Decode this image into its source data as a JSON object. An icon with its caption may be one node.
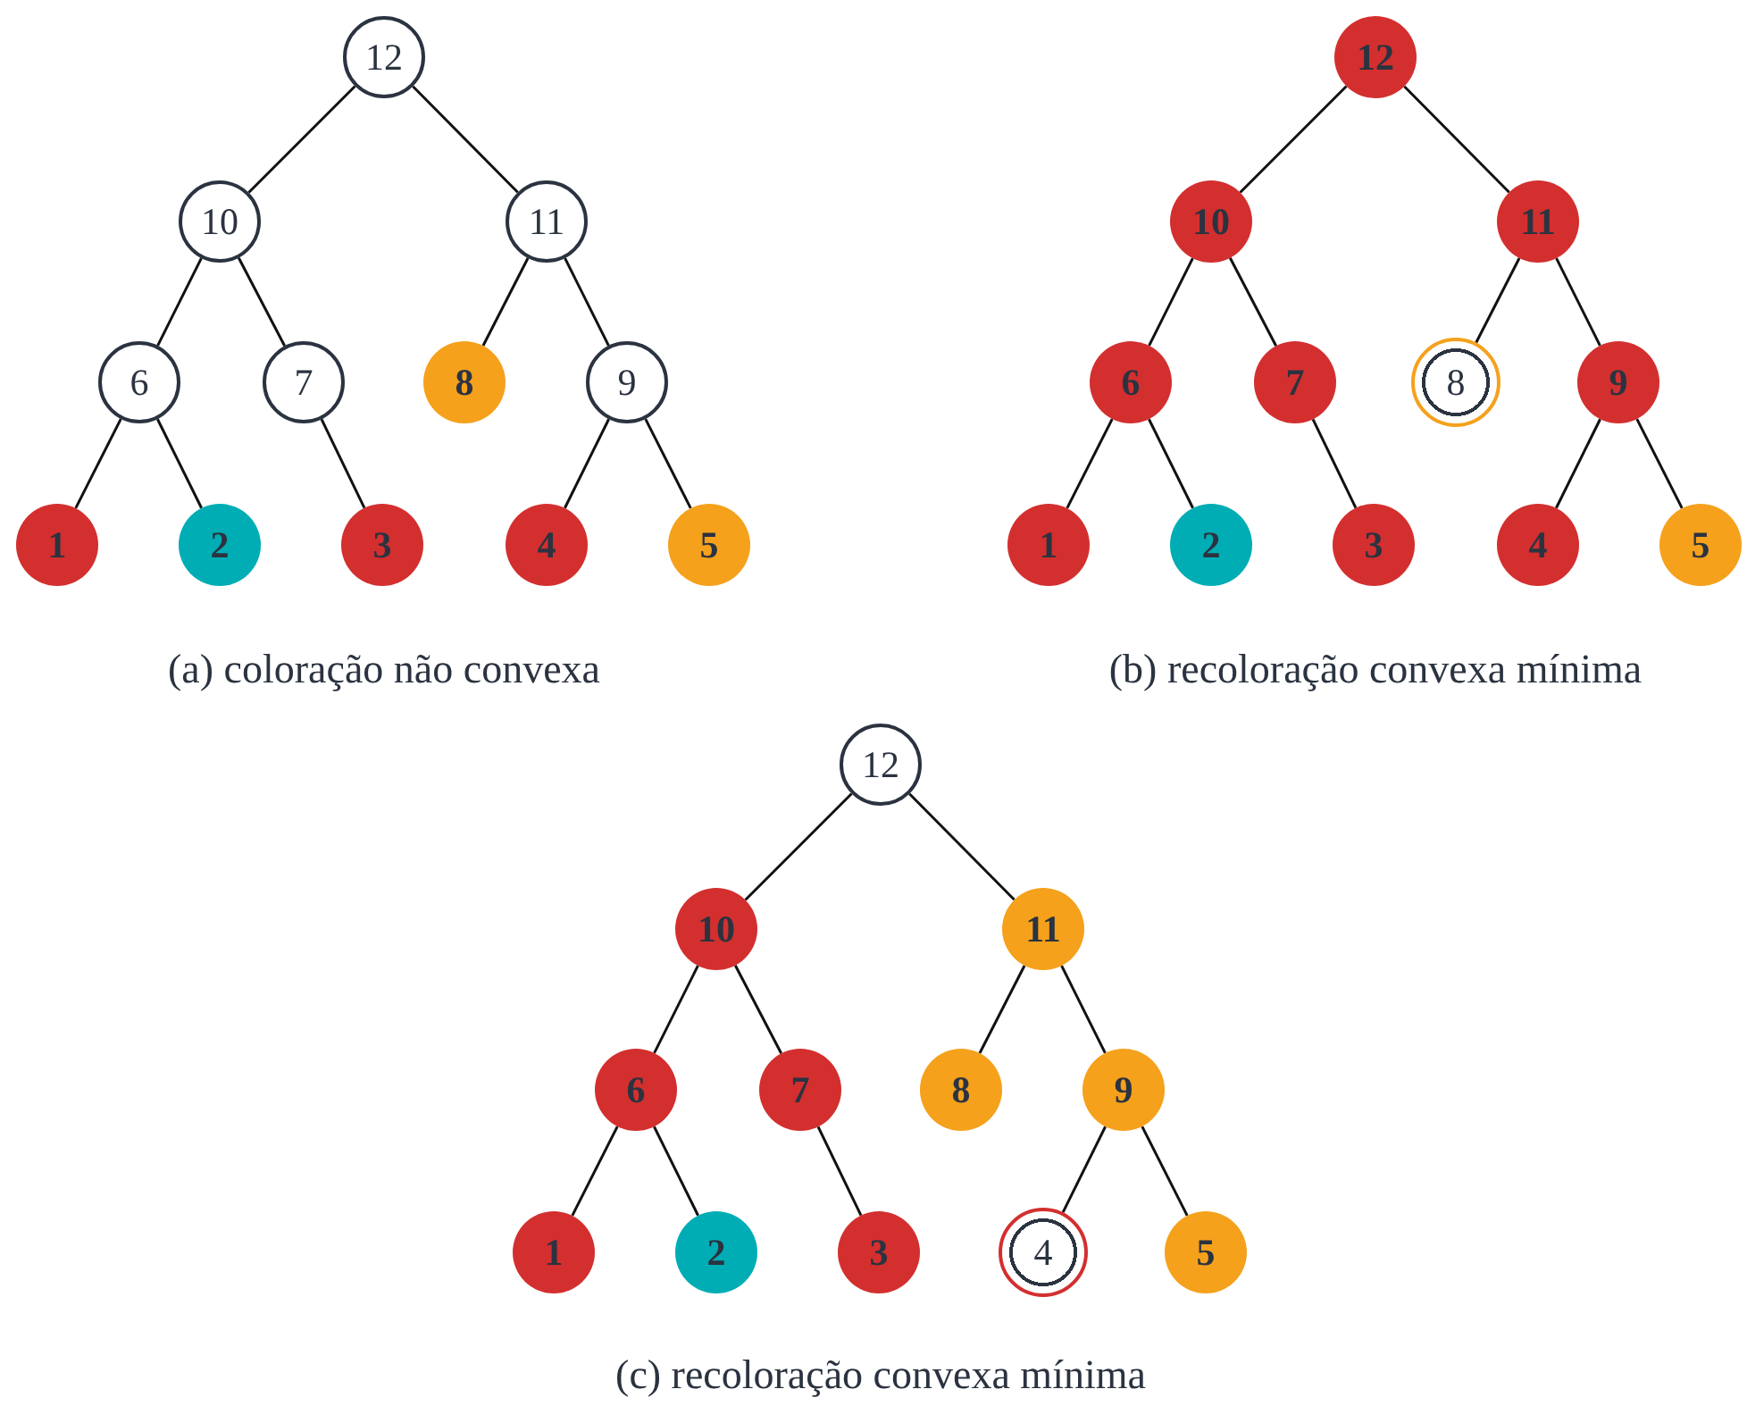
{
  "diagram": {
    "nodes": [
      {
        "text": [
          "12"
        ]
      },
      {
        "text": [
          "10"
        ]
      },
      {
        "text": [
          "11"
        ]
      },
      {
        "text": [
          "6"
        ]
      },
      {
        "text": [
          "7"
        ]
      },
      {
        "text": [
          "8"
        ]
      },
      {
        "text": [
          "9"
        ]
      },
      {
        "text": [
          "1"
        ]
      },
      {
        "text": [
          "2"
        ]
      },
      {
        "text": [
          "3"
        ]
      },
      {
        "text": [
          "4"
        ]
      },
      {
        "text": [
          "5"
        ]
      },
      {
        "text": [
          "12"
        ]
      },
      {
        "text": [
          "10"
        ]
      },
      {
        "text": [
          "11"
        ]
      },
      {
        "text": [
          "6"
        ]
      },
      {
        "text": [
          "7"
        ]
      },
      {
        "text": [
          "8"
        ]
      },
      {
        "text": [
          "9"
        ]
      },
      {
        "text": [
          "1"
        ]
      },
      {
        "text": [
          "2"
        ]
      },
      {
        "text": [
          "3"
        ]
      },
      {
        "text": [
          "4"
        ]
      },
      {
        "text": [
          "5"
        ]
      },
      {
        "text": [
          "12"
        ]
      },
      {
        "text": [
          "10"
        ]
      },
      {
        "text": [
          "11"
        ]
      },
      {
        "text": [
          "6"
        ]
      },
      {
        "text": [
          "7"
        ]
      },
      {
        "text": [
          "8"
        ]
      },
      {
        "text": [
          "9"
        ]
      },
      {
        "text": [
          "1"
        ]
      },
      {
        "text": [
          "2"
        ]
      },
      {
        "text": [
          "3"
        ]
      },
      {
        "text": [
          "4"
        ]
      },
      {
        "text": [
          "5"
        ]
      }
    ],
    "edges": [
      {
        "from": 0,
        "to": 1,
        "arrow": "none"
      },
      {
        "from": 0,
        "to": 2,
        "arrow": "none"
      },
      {
        "from": 1,
        "to": 3,
        "arrow": "none"
      },
      {
        "from": 1,
        "to": 4,
        "arrow": "none"
      },
      {
        "from": 2,
        "to": 5,
        "arrow": "none"
      },
      {
        "from": 2,
        "to": 6,
        "arrow": "none"
      },
      {
        "from": 3,
        "to": 7,
        "arrow": "none"
      },
      {
        "from": 3,
        "to": 8,
        "arrow": "none"
      },
      {
        "from": 4,
        "to": 9,
        "arrow": "none"
      },
      {
        "from": 6,
        "to": 10,
        "arrow": "none"
      },
      {
        "from": 6,
        "to": 11,
        "arrow": "none"
      },
      {
        "from": 12,
        "to": 13,
        "arrow": "none"
      },
      {
        "from": 12,
        "to": 14,
        "arrow": "none"
      },
      {
        "from": 13,
        "to": 15,
        "arrow": "none"
      },
      {
        "from": 13,
        "to": 16,
        "arrow": "none"
      },
      {
        "from": 14,
        "to": 17,
        "arrow": "none"
      },
      {
        "from": 14,
        "to": 18,
        "arrow": "none"
      },
      {
        "from": 15,
        "to": 19,
        "arrow": "none"
      },
      {
        "from": 15,
        "to": 20,
        "arrow": "none"
      },
      {
        "from": 16,
        "to": 21,
        "arrow": "none"
      },
      {
        "from": 18,
        "to": 22,
        "arrow": "none"
      },
      {
        "from": 18,
        "to": 23,
        "arrow": "none"
      },
      {
        "from": 24,
        "to": 25,
        "arrow": "none"
      },
      {
        "from": 24,
        "to": 26,
        "arrow": "none"
      },
      {
        "from": 25,
        "to": 27,
        "arrow": "none"
      },
      {
        "from": 25,
        "to": 28,
        "arrow": "none"
      },
      {
        "from": 26,
        "to": 29,
        "arrow": "none"
      },
      {
        "from": 26,
        "to": 30,
        "arrow": "none"
      },
      {
        "from": 27,
        "to": 31,
        "arrow": "none"
      },
      {
        "from": 27,
        "to": 32,
        "arrow": "none"
      },
      {
        "from": 28,
        "to": 33,
        "arrow": "none"
      },
      {
        "from": 30,
        "to": 34,
        "arrow": "none"
      },
      {
        "from": 30,
        "to": 35,
        "arrow": "none"
      }
    ],
    "labels": [
      "(a) coloração não convexa",
      "(b) recoloração convexa mínima",
      "(c) recoloração convexa mínima"
    ]
  }
}
